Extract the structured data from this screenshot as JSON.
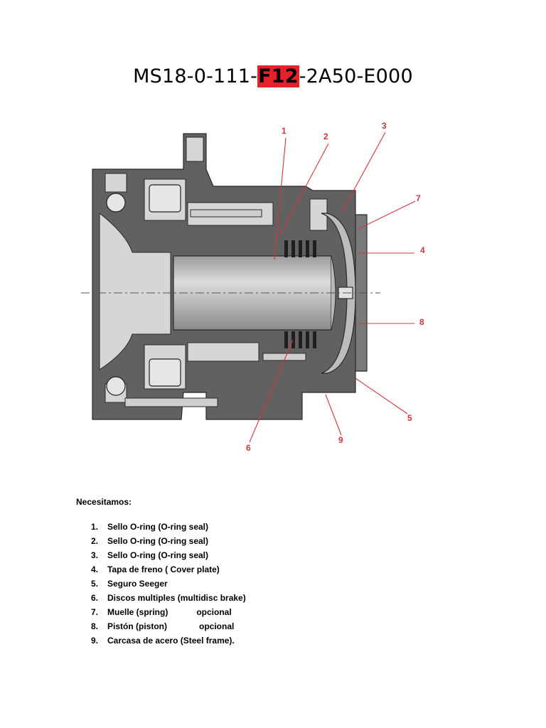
{
  "document": {
    "title_prefix": "MS18-0-111-",
    "title_highlight": "F12",
    "title_suffix": "-2A50-E000",
    "highlight_color": "#e8202a",
    "diagram_label_color": "#d3343b",
    "diagram_labels": [
      "1",
      "2",
      "3",
      "4",
      "5",
      "6",
      "7",
      "8",
      "9"
    ],
    "needs_heading": "Necesitamos:",
    "parts": [
      {
        "num": "1.",
        "text": "Sello O-ring  (O-ring  seal)",
        "note": ""
      },
      {
        "num": "2.",
        "text": "Sello O-ring (O-ring seal)",
        "note": ""
      },
      {
        "num": "3.",
        "text": "Sello O-ring (O-ring seal)",
        "note": ""
      },
      {
        "num": "4.",
        "text": "Tapa de freno ( Cover plate)",
        "note": ""
      },
      {
        "num": "5.",
        "text": "Seguro Seeger",
        "note": ""
      },
      {
        "num": "6.",
        "text": "Discos multiples (multidisc brake)",
        "note": ""
      },
      {
        "num": "7.",
        "text": "Muelle (spring)",
        "note": "opcional"
      },
      {
        "num": "8.",
        "text": "Pistón (piston)",
        "note": "opcional"
      },
      {
        "num": "9.",
        "text": "Carcasa de acero (Steel frame).",
        "note": ""
      }
    ]
  }
}
